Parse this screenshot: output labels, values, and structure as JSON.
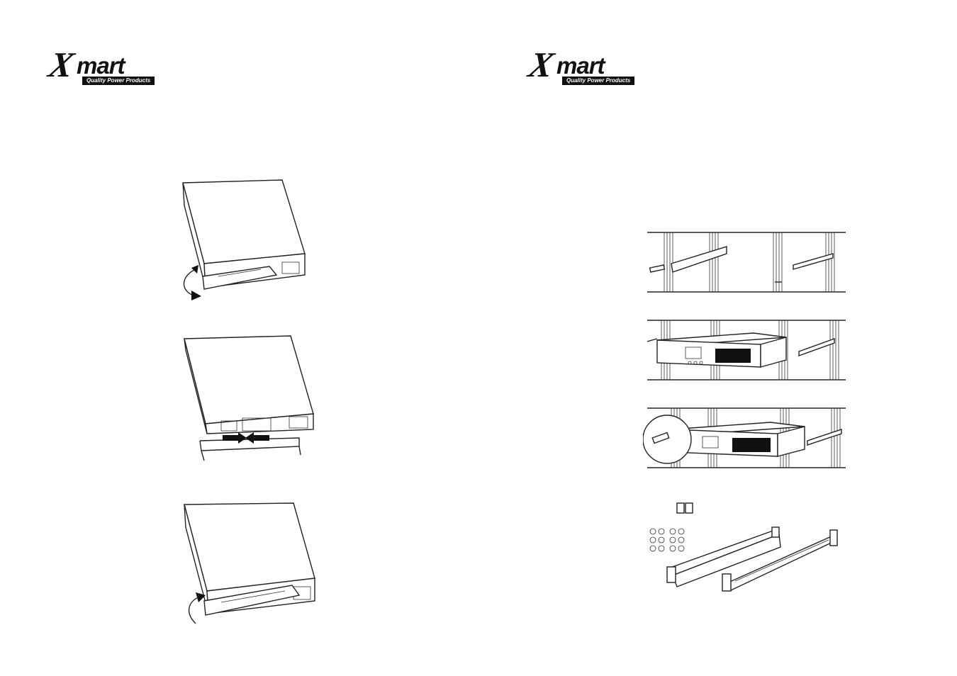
{
  "pages": [
    {
      "logo": {
        "brand_initial": "X",
        "brand_rest": "mart",
        "tagline": "Quality Power Products"
      },
      "figures": [
        {
          "icon": "rotate-panel-down-illustration"
        },
        {
          "icon": "detach-panel-illustration"
        },
        {
          "icon": "rotate-panel-up-illustration"
        }
      ]
    },
    {
      "logo": {
        "brand_initial": "X",
        "brand_rest": "mart",
        "tagline": "Quality Power Products"
      },
      "figures": [
        {
          "icon": "attach-rails-illustration"
        },
        {
          "icon": "slide-ups-into-rack-illustration"
        },
        {
          "icon": "fasten-ears-illustration"
        },
        {
          "icon": "rack-kit-parts-illustration"
        }
      ]
    }
  ]
}
